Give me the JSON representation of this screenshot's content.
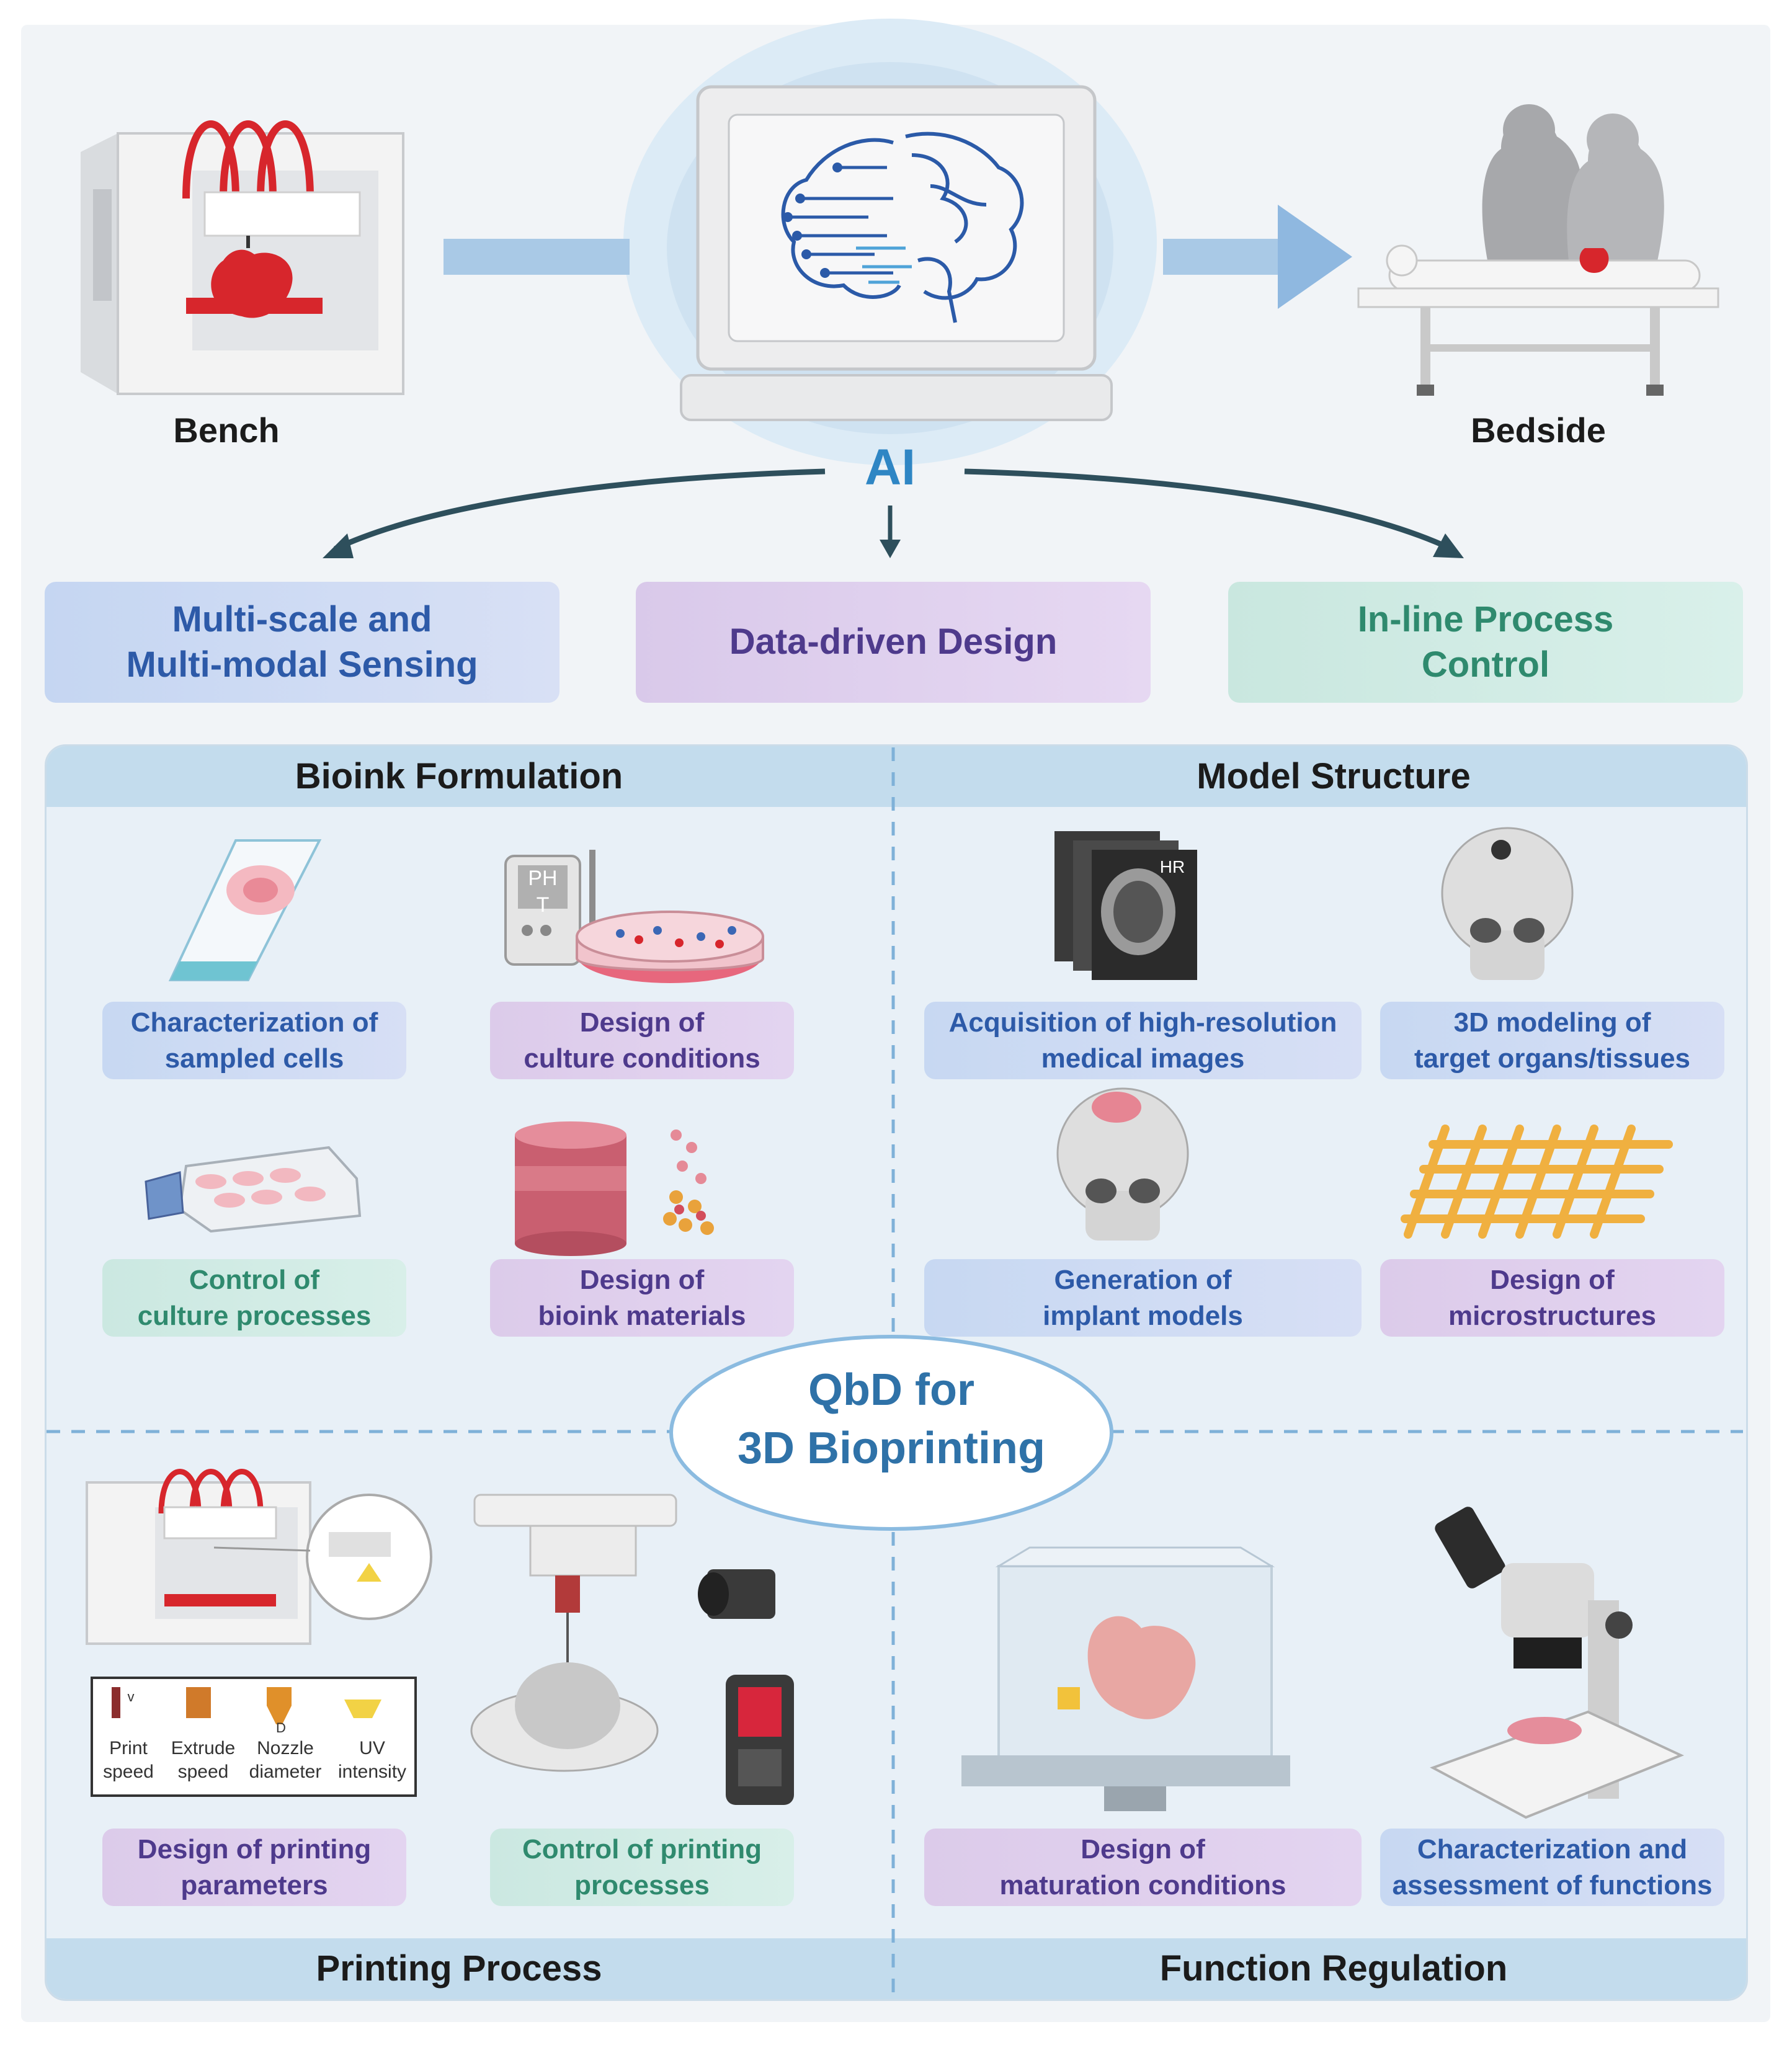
{
  "header": {
    "bench_label": "Bench",
    "bedside_label": "Bedside",
    "ai_label": "AI"
  },
  "top_boxes": {
    "sensing": [
      "Multi-scale and",
      "Multi-modal Sensing"
    ],
    "design": "Data-driven Design",
    "control": [
      "In-line Process",
      "Control"
    ]
  },
  "sections": {
    "bioink": "Bioink Formulation",
    "model": "Model Structure",
    "printing": "Printing Process",
    "function": "Function Regulation"
  },
  "center": [
    "QbD for",
    "3D Bioprinting"
  ],
  "items": {
    "char_cells": [
      "Characterization of",
      "sampled cells"
    ],
    "culture_cond": [
      "Design of",
      "culture conditions"
    ],
    "control_culture": [
      "Control of",
      "culture processes"
    ],
    "bioink_materials": [
      "Design of",
      "bioink materials"
    ],
    "acq_images": [
      "Acquisition of high-resolution",
      "medical images"
    ],
    "modeling": [
      "3D modeling of",
      "target organs/tissues"
    ],
    "implant": [
      "Generation of",
      "implant models"
    ],
    "microstructures": [
      "Design of",
      "microstructures"
    ],
    "print_params": [
      "Design of printing",
      "parameters"
    ],
    "control_print": [
      "Control of printing",
      "processes"
    ],
    "maturation": [
      "Design of",
      "maturation conditions"
    ],
    "char_functions": [
      "Characterization and",
      "assessment of functions"
    ]
  },
  "params": [
    [
      "Print",
      "speed"
    ],
    [
      "Extrude",
      "speed"
    ],
    [
      "Nozzle",
      "diameter"
    ],
    [
      "UV",
      "intensity"
    ]
  ],
  "misc": {
    "ph_meter": [
      "PH",
      "T"
    ],
    "xray_tag": "HR",
    "nozzle_v": "v",
    "nozzle_d": "D"
  },
  "colors": {
    "ai_blue": "#2f86c4",
    "section_bg": "#e8f0f7",
    "header_bar": "#c3dced",
    "bioprint_red": "#d7262c"
  }
}
